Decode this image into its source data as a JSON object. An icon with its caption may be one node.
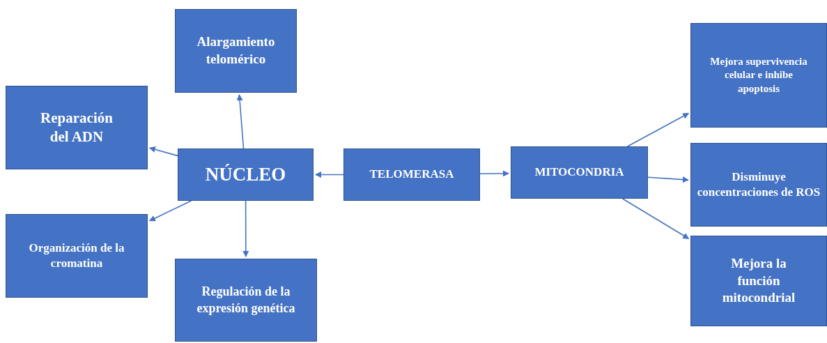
{
  "diagram": {
    "nodes": [
      {
        "text": [
          "Alargamiento telomérico"
        ]
      },
      {
        "text": [
          "Reparación del ADN"
        ]
      },
      {
        "text": [
          "NÚCLEO"
        ]
      },
      {
        "text": [
          "TELOMERASA"
        ]
      },
      {
        "text": [
          "MITOCONDRIA"
        ]
      },
      {
        "text": [
          "Organización de la cromatina"
        ]
      },
      {
        "text": [
          "Regulación de la expresión genética"
        ]
      },
      {
        "text": [
          "Mejora supervivencia celular e inhibe apoptosis"
        ]
      },
      {
        "text": [
          "Disminuye concentraciones de ROS"
        ]
      },
      {
        "text": [
          "Mejora la función mitocondrial"
        ]
      }
    ],
    "edges": [
      {
        "from": 3,
        "to": 2,
        "arrow": "to"
      },
      {
        "from": 3,
        "to": 4,
        "arrow": "to"
      },
      {
        "from": 2,
        "to": 0,
        "arrow": "to"
      },
      {
        "from": 2,
        "to": 1,
        "arrow": "to"
      },
      {
        "from": 2,
        "to": 5,
        "arrow": "to"
      },
      {
        "from": 2,
        "to": 6,
        "arrow": "to"
      },
      {
        "from": 4,
        "to": 7,
        "arrow": "to"
      },
      {
        "from": 4,
        "to": 8,
        "arrow": "to"
      },
      {
        "from": 4,
        "to": 9,
        "arrow": "to"
      }
    ]
  }
}
